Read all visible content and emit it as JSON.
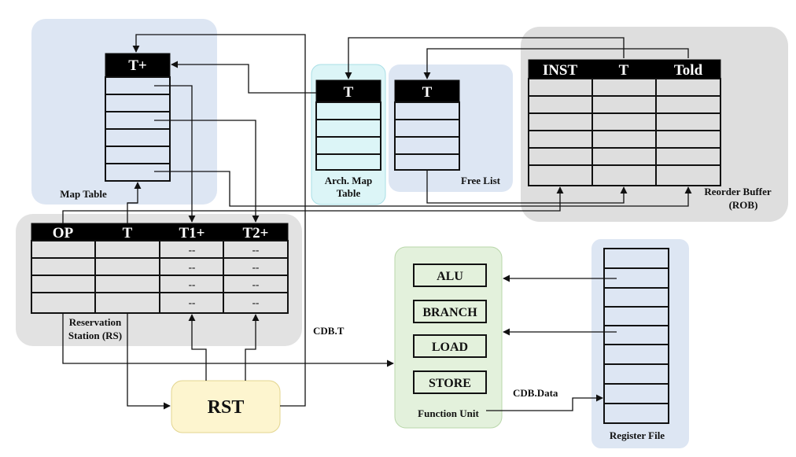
{
  "map_table": {
    "header": "T+",
    "label": "Map Table"
  },
  "arch_map_table": {
    "header": "T",
    "label_line1": "Arch. Map",
    "label_line2": "Table"
  },
  "free_list": {
    "header": "T",
    "label": "Free List"
  },
  "rob": {
    "headers": [
      "INST",
      "T",
      "Told"
    ],
    "label_line1": "Reorder Buffer",
    "label_line2": "(ROB)"
  },
  "reservation_station": {
    "headers": [
      "OP",
      "T",
      "T1+",
      "T2+"
    ],
    "dashes": [
      "--",
      "--",
      "--",
      "--"
    ],
    "label_line1": "Reservation",
    "label_line2": "Station (RS)"
  },
  "rst": {
    "label": "RST"
  },
  "function_unit": {
    "units": [
      "ALU",
      "BRANCH",
      "LOAD",
      "STORE"
    ],
    "label": "Function Unit"
  },
  "register_file": {
    "label": "Register File"
  },
  "buses": {
    "cdb_t": "CDB.T",
    "cdb_data": "CDB.Data"
  }
}
